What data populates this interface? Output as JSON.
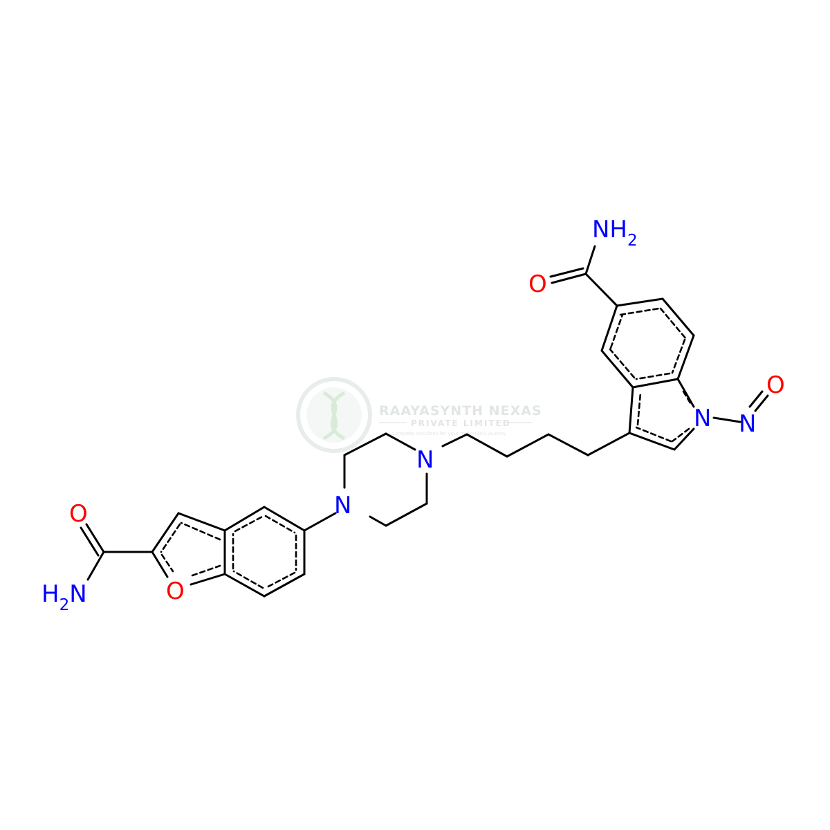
{
  "colors": {
    "bond": "#000000",
    "nitrogen": "#0000ff",
    "oxygen": "#ff0000",
    "watermark": "#c9d3cc"
  },
  "watermark": {
    "icon": "dna-helix-logo-icon",
    "title": "RAAYASYNTH NEXAS",
    "subtitle": "PRIVATE LIMITED",
    "tagline": "Complete solutions for your molecule's journey"
  },
  "atoms": {
    "nh2_top": {
      "main": "NH",
      "sub": "2"
    },
    "o_top": "O",
    "o_nitroso": "O",
    "n_indole": "N",
    "n_nitroso": "N",
    "n_pip_top": "N",
    "n_pip_bottom": "N",
    "o_amide_left": "O",
    "nh2_left": {
      "main": "H",
      "sub": "2",
      "tail": "N"
    },
    "o_furan": "O"
  }
}
